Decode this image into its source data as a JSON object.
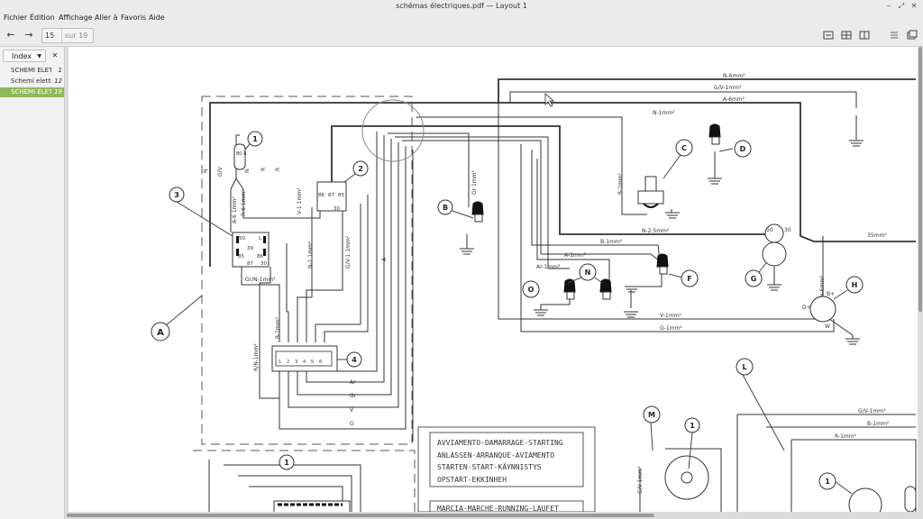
{
  "window": {
    "title": "schémas électriques.pdf — Layout 1"
  },
  "menu": [
    "Fichier",
    "Édition",
    "Affichage",
    "Aller à",
    "Favoris",
    "Aide"
  ],
  "toolbar": {
    "page_value": "15",
    "page_total": "sur 19"
  },
  "sidebar": {
    "dropdown_label": "Index",
    "items": [
      {
        "label": "SCHEMI ELETTRICI",
        "page": "1"
      },
      {
        "label": "Schemi elettrici",
        "page": "12"
      },
      {
        "label": "SCHEMI ELETTRICI",
        "page": "19"
      }
    ]
  },
  "schematic": {
    "wires": {
      "n6": "N-6mm²",
      "gv1": "G/V-1mm²",
      "a6": "A-6mm²",
      "n1": "N-1mm²",
      "r1": "R-1mm²",
      "n25": "N-2.5mm²",
      "b1": "B-1mm²",
      "a1": "A-1mm²",
      "ar1": "Ar-1mm²",
      "v1": "V-1mm²",
      "g1": "G-1mm²",
      "n6v": "N-6mm²",
      "m35": "35mm²",
      "grn1": "Gr/N-1mm²",
      "rn1": "R/N-1mm²",
      "r1v": "R-1mm²",
      "vi1": "V-1 1mm²",
      "ni1": "N-1 1mm²",
      "gvi1": "G/V-1 1mm²",
      "as1": "A-6 1mm²",
      "rs1": "R-6 1mm²",
      "gr1": "Gr 1mm²",
      "gvr": "G/V-1mm²",
      "br": "B-1mm²",
      "rr": "R-1mm²",
      "gvm": "G/V-1mm²"
    },
    "bottom_wires": [
      "Ar",
      "Gr",
      "V",
      "G"
    ],
    "vert_labels": [
      "N",
      "G/V",
      "N",
      "R",
      "R",
      "A"
    ],
    "callouts": [
      "1",
      "2",
      "3",
      "A",
      "B",
      "C",
      "D",
      "F",
      "G",
      "H",
      "N",
      "O",
      "4",
      "L",
      "M",
      "1",
      "1",
      "1"
    ],
    "relay2_pins": [
      "86",
      "87",
      "85",
      "30"
    ],
    "relay3_pins": [
      "50",
      "L",
      "39",
      "85",
      "86",
      "87",
      "30"
    ],
    "fuse_label": "80 A",
    "alt_pins": [
      "50",
      "30"
    ],
    "h_pins": [
      "B+",
      "D+",
      "W"
    ],
    "conn4_pins": [
      "1",
      "2",
      "3",
      "4",
      "5",
      "6"
    ],
    "legend1": [
      "AVVIAMENTO-DAMARRAGE-STARTING",
      "ANLASSEN-ARRANQUE-AVIAMENTO",
      "STARTEN-START-KÄYNNISTYS",
      "OPSTART-EKKINHEH"
    ],
    "legend2": "MARCIA-MARCHE-RUNNING-LAUFET"
  }
}
